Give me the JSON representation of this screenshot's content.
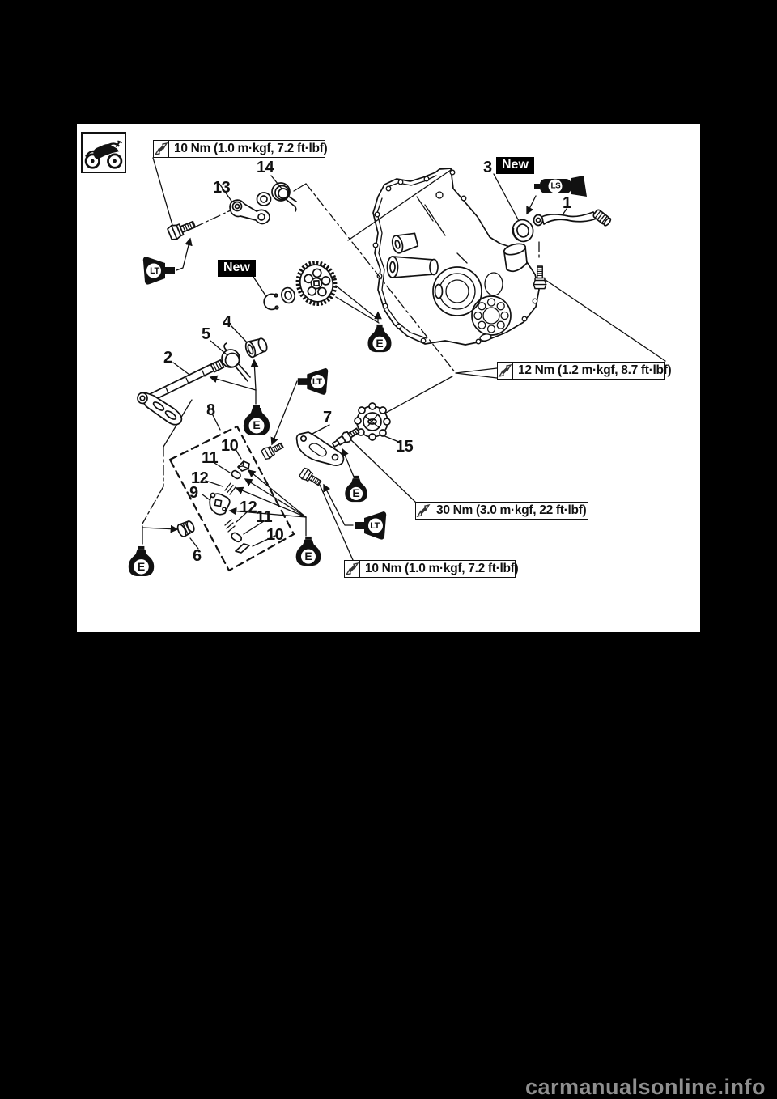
{
  "page": {
    "background_color": "#000000",
    "sheet_color": "#ffffff",
    "watermark": "carmanualsonline.info"
  },
  "diagram": {
    "symbols": {
      "engine_oil": "E",
      "loctite": "LT",
      "grease": "LS",
      "new_label": "New"
    },
    "torque_callouts": {
      "top": "10 Nm (1.0 m·kgf, 7.2 ft·lbf)",
      "right": "12 Nm (1.2 m·kgf, 8.7 ft·lbf)",
      "middle": "30 Nm (3.0 m·kgf, 22 ft·lbf)",
      "bottom": "10 Nm (1.0 m·kgf, 7.2 ft·lbf)"
    },
    "labels": [
      {
        "text": "13"
      },
      {
        "text": "14"
      },
      {
        "text": "3"
      },
      {
        "text": "1"
      },
      {
        "text": "2"
      },
      {
        "text": "4"
      },
      {
        "text": "5"
      },
      {
        "text": "8"
      },
      {
        "text": "10"
      },
      {
        "text": "11"
      },
      {
        "text": "12"
      },
      {
        "text": "9"
      },
      {
        "text": "12"
      },
      {
        "text": "11"
      },
      {
        "text": "10"
      },
      {
        "text": "6"
      },
      {
        "text": "7"
      },
      {
        "text": "15"
      }
    ]
  }
}
